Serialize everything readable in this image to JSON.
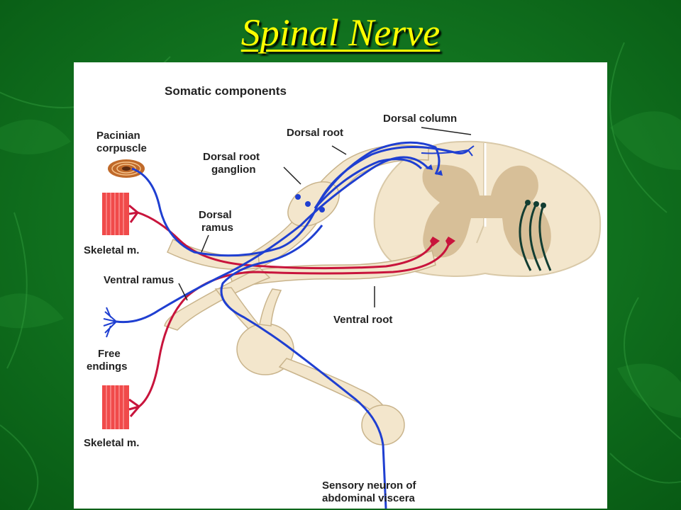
{
  "slide": {
    "title": "Spinal Nerve",
    "background_color": "#0d6b1e",
    "title_color": "#ffff00"
  },
  "diagram": {
    "heading": "Somatic components",
    "labels": {
      "pacinian_1": "Pacinian",
      "pacinian_2": "corpuscle",
      "skeletal_top": "Skeletal m.",
      "skeletal_bottom": "Skeletal m.",
      "ventral_ramus": "Ventral ramus",
      "free_1": "Free",
      "free_2": "endings",
      "dorsal_ramus_1": "Dorsal",
      "dorsal_ramus_2": "ramus",
      "drg_1": "Dorsal root",
      "drg_2": "ganglion",
      "dorsal_root": "Dorsal root",
      "dorsal_column": "Dorsal column",
      "ventral_root": "Ventral root",
      "sensory_1": "Sensory neuron of",
      "sensory_2": "abdominal viscera"
    },
    "colors": {
      "sensory_fiber": "#1f3fd1",
      "motor_fiber": "#c8143c",
      "tract_fiber": "#123d32",
      "nerve_tissue": "#f3e6cc",
      "grey_matter": "#d7bf98",
      "muscle": "#f04a4a"
    }
  }
}
